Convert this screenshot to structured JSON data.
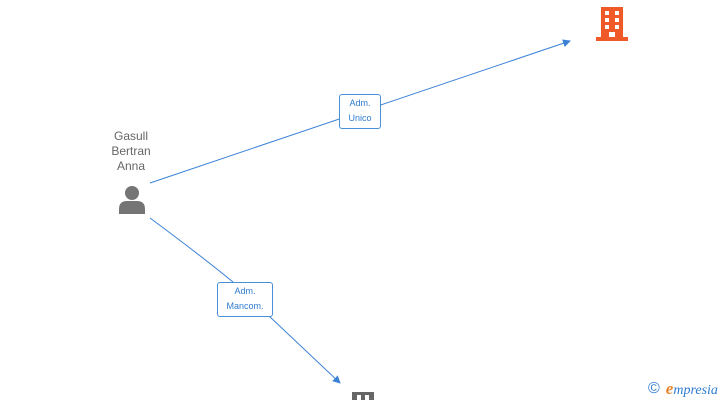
{
  "person": {
    "name_lines": [
      "Gasull",
      "Bertran",
      "Anna"
    ],
    "icon": "person-icon"
  },
  "companies": [
    {
      "icon": "building-icon",
      "color": "#f05a28",
      "role": "main company"
    },
    {
      "icon": "building-icon",
      "color": "#666666",
      "role": "related company"
    }
  ],
  "edges": [
    {
      "label_lines": [
        "Adm.",
        "Unico"
      ],
      "to": "company-top"
    },
    {
      "label_lines": [
        "Adm.",
        "Mancom."
      ],
      "to": "company-bottom"
    }
  ],
  "colors": {
    "edge": "#3b82d6",
    "person": "#757575",
    "company_primary": "#f05a28",
    "company_secondary": "#666666",
    "brand": "#2f7bd0",
    "brand_accent": "#e8832a"
  },
  "footer": {
    "copyright_symbol": "©",
    "brand_first_letter": "e",
    "brand_rest": "mpresia"
  }
}
